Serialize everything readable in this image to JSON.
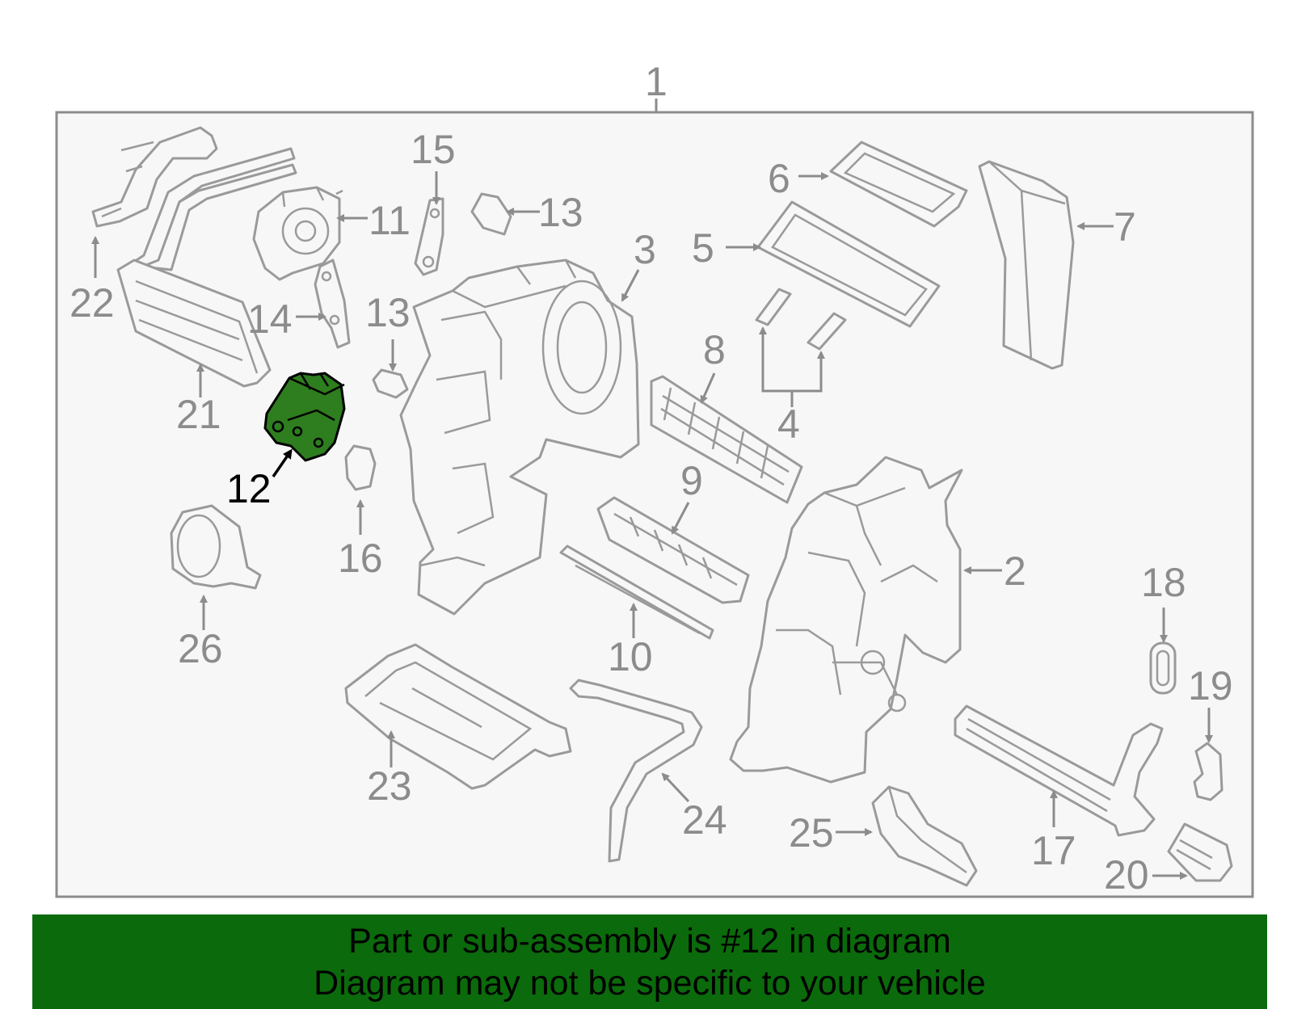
{
  "diagram": {
    "labels": {
      "l1": "1",
      "l2": "2",
      "l3": "3",
      "l4": "4",
      "l5": "5",
      "l6": "6",
      "l7": "7",
      "l8": "8",
      "l9": "9",
      "l10": "10",
      "l11": "11",
      "l12": "12",
      "l13a": "13",
      "l13b": "13",
      "l14": "14",
      "l15": "15",
      "l16": "16",
      "l17": "17",
      "l18": "18",
      "l19": "19",
      "l20": "20",
      "l21": "21",
      "l22": "22",
      "l23": "23",
      "l24": "24",
      "l25": "25",
      "l26": "26"
    },
    "highlighted_part": "12",
    "colors": {
      "highlight": "#2e7d1f",
      "line": "#8c8c8c",
      "banner": "#0b6a0b"
    }
  },
  "banner": {
    "line1": "Part or sub-assembly is #12 in diagram",
    "line2": "Diagram may not be specific to your vehicle"
  }
}
